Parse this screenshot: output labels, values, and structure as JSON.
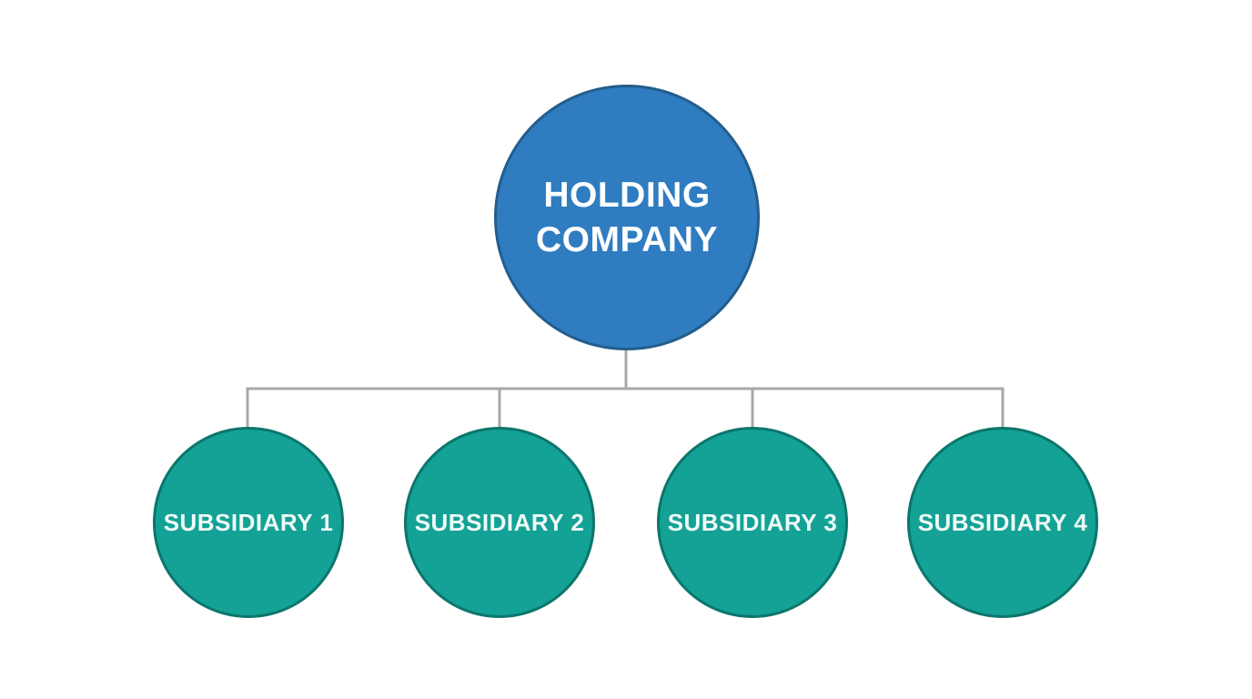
{
  "diagram": {
    "type": "org-chart",
    "root": {
      "label": "HOLDING COMPANY"
    },
    "children": [
      {
        "label": "SUBSIDIARY 1"
      },
      {
        "label": "SUBSIDIARY 2"
      },
      {
        "label": "SUBSIDIARY 3"
      },
      {
        "label": "SUBSIDIARY 4"
      }
    ]
  },
  "colors": {
    "background": "#ffffff",
    "root-fill": "#2f7cc1",
    "root-border": "#235d8c",
    "root-label": "#ffffff",
    "child-fill": "#14a296",
    "child-border": "#0c766c",
    "child-label": "#effaf8",
    "connector": "#a8a8a8"
  }
}
